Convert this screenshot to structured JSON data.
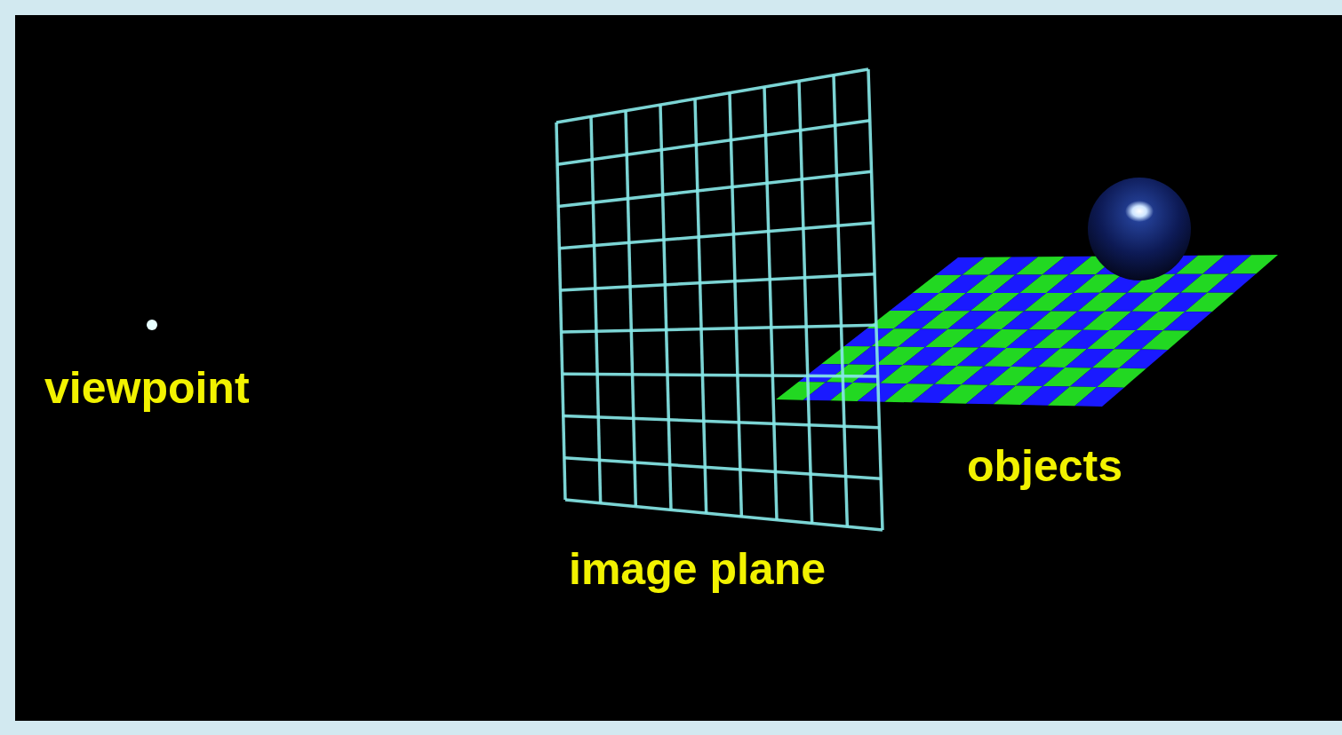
{
  "diagram": {
    "labels": [
      "viewpoint",
      "image plane",
      "objects"
    ]
  }
}
